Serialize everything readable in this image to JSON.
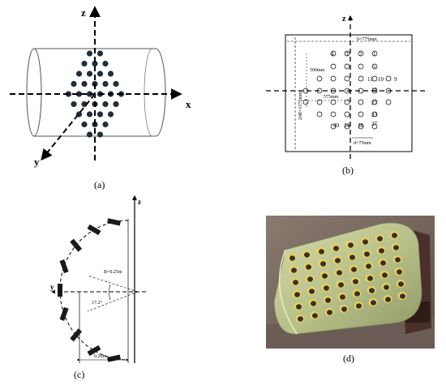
{
  "panel_a": {
    "caption": "(a)",
    "axis_x": "x",
    "axis_y": "y",
    "axis_z": "z"
  },
  "panel_b": {
    "caption": "(b)",
    "axis_z": "z",
    "width_label": "b=775mm",
    "height_label": "2πR=1575mm",
    "label_500": "500mm",
    "label_575": "575mm",
    "spacing_label": "d=75mm",
    "hole_numbers": [
      "4",
      "3",
      "2",
      "1",
      "5",
      "9",
      "11",
      "10",
      "12",
      "27",
      "33",
      "40",
      "34",
      "38",
      "37"
    ]
  },
  "panel_c": {
    "caption": "(c)",
    "axis_y": "y",
    "axis_z": "z",
    "radius_label": "R=0.25m",
    "angle_label": "17.2°",
    "depth_label": "0.20m"
  },
  "panel_d": {
    "caption": "(d)"
  },
  "colors": {
    "hole_dark": "#1f2d3d",
    "photo_bg": "#7b6a5f",
    "cylinder_green": "#b9c38e",
    "hole_yellow": "#e6d35a"
  }
}
